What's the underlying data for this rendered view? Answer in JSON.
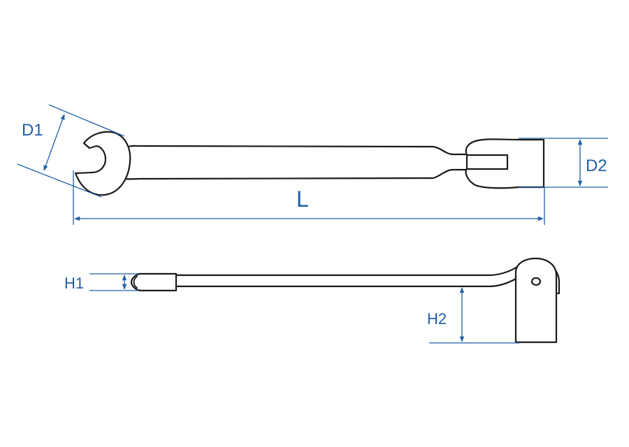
{
  "labels": {
    "d1": "D1",
    "d2": "D2",
    "l": "L",
    "h1": "H1",
    "h2": "H2"
  },
  "colors": {
    "dimension": "#1f5fa8",
    "outline": "#1a1a1a"
  }
}
